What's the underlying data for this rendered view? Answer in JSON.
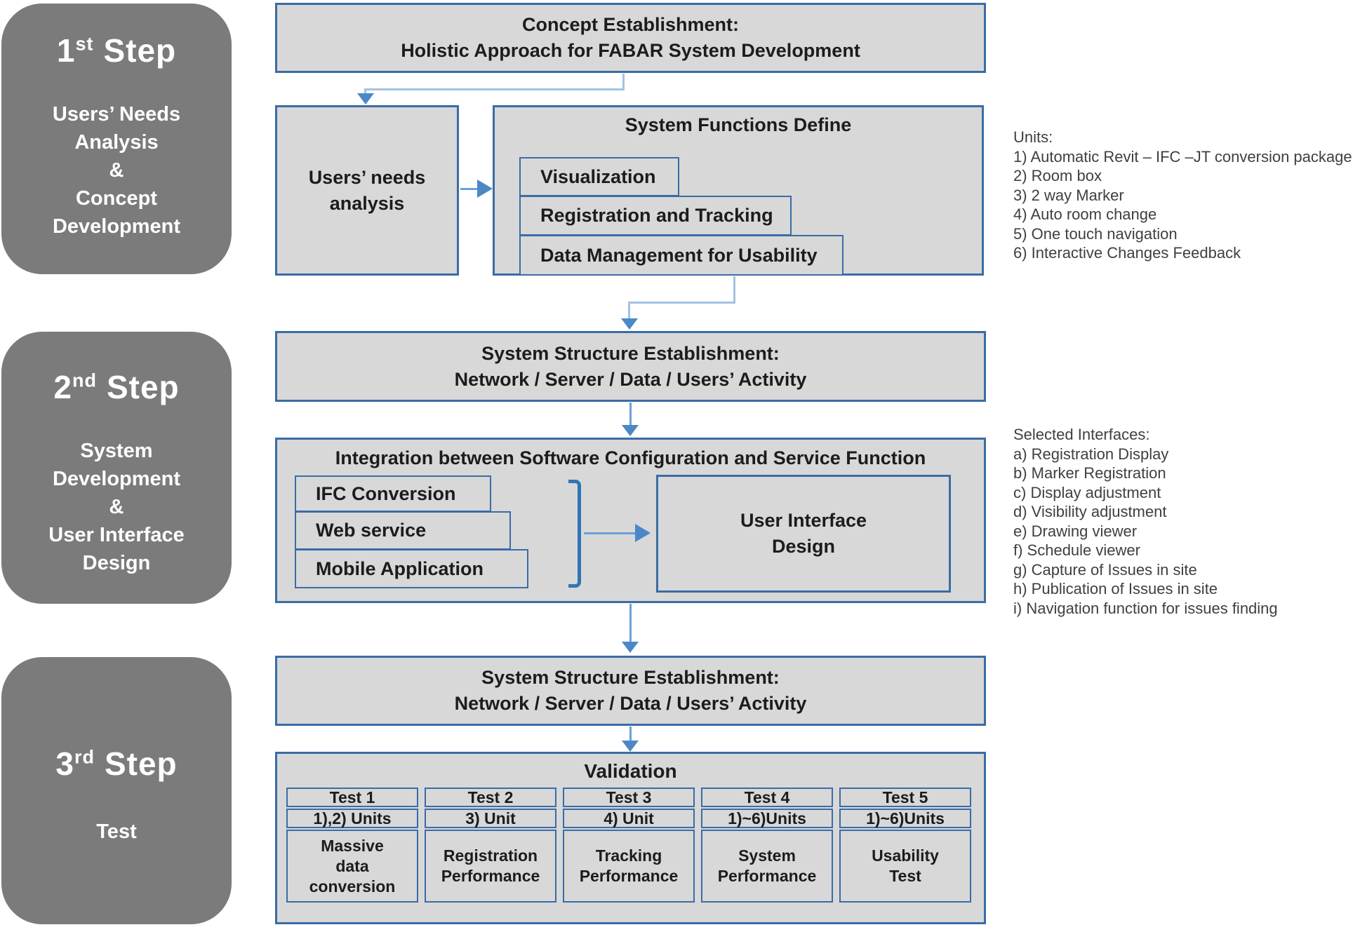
{
  "steps": [
    {
      "num": "1",
      "ord": "st",
      "word": "Step",
      "subtitle": "Users’ Needs\nAnalysis\n&\nConcept\nDevelopment"
    },
    {
      "num": "2",
      "ord": "nd",
      "word": "Step",
      "subtitle": "System\nDevelopment\n&\nUser Interface\nDesign"
    },
    {
      "num": "3",
      "ord": "rd",
      "word": "Step",
      "subtitle": "Test"
    }
  ],
  "flow": {
    "concept": "Concept Establishment:\nHolistic Approach for FABAR System Development",
    "users_needs": "Users’ needs\nanalysis",
    "system_functions": {
      "title": "System Functions Define",
      "items": [
        "Visualization",
        "Registration and Tracking",
        "Data Management  for Usability"
      ]
    },
    "structure": "System Structure Establishment:\nNetwork / Server / Data / Users’ Activity",
    "integration": {
      "title": "Integration between Software Configuration and Service Function",
      "items": [
        "IFC Conversion",
        "Web service",
        "Mobile Application"
      ],
      "ui": "User Interface\nDesign"
    },
    "validation": {
      "title": "Validation",
      "tests": [
        {
          "name": "Test 1",
          "units": "1),2) Units",
          "desc": "Massive\ndata\nconversion"
        },
        {
          "name": "Test 2",
          "units": "3) Unit",
          "desc": "Registration\nPerformance"
        },
        {
          "name": "Test 3",
          "units": "4) Unit",
          "desc": "Tracking\nPerformance"
        },
        {
          "name": "Test 4",
          "units": "1)~6)Units",
          "desc": "System\nPerformance"
        },
        {
          "name": "Test 5",
          "units": "1)~6)Units",
          "desc": "Usability\nTest"
        }
      ]
    }
  },
  "annotations": {
    "units": {
      "title": "Units:",
      "items": [
        "1) Automatic Revit – IFC –JT conversion package",
        "2) Room box",
        "3) 2 way Marker",
        "4) Auto room change",
        "5) One touch navigation",
        "6) Interactive Changes Feedback"
      ]
    },
    "interfaces": {
      "title": "Selected Interfaces:",
      "items": [
        "a) Registration Display",
        "b) Marker Registration",
        "c) Display adjustment",
        "d) Visibility adjustment",
        "e) Drawing viewer",
        "f) Schedule viewer",
        "g) Capture of Issues in site",
        "h) Publication of Issues in site",
        "i) Navigation function for issues finding"
      ]
    }
  },
  "colors": {
    "box_border": "#3a6ca6",
    "box_fill": "#d8d8d8",
    "step_fill": "#7b7b7b",
    "connector_line": "#a3c2e2",
    "arrow_line": "#6aa1d8",
    "arrow_head": "#4c88c8",
    "bracket": "#2e75b6",
    "annotation_text": "#3f3f3f"
  }
}
